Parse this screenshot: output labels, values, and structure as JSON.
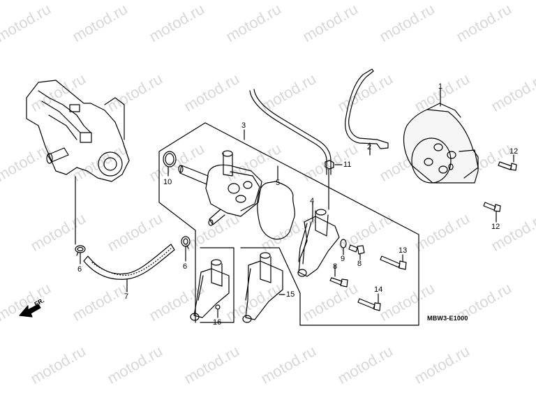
{
  "diagram": {
    "watermark": "motod.ru",
    "diagram_code": "MBW3-E1000",
    "direction_label": "FR.",
    "line_color": "#000000",
    "watermark_color": "#d8d8d8",
    "callouts": [
      {
        "id": "c1",
        "label": "1",
        "part": "water-pump-cover"
      },
      {
        "id": "c2",
        "label": "2",
        "part": "cover-bracket"
      },
      {
        "id": "c3",
        "label": "3",
        "part": "water-pump-assembly"
      },
      {
        "id": "c4",
        "label": "4",
        "part": "thermostat-housing-upper"
      },
      {
        "id": "c5",
        "label": "5",
        "part": "o-ring-gasket"
      },
      {
        "id": "c6a",
        "label": "6",
        "part": "hose-clamp-left"
      },
      {
        "id": "c6b",
        "label": "6",
        "part": "hose-clamp-right"
      },
      {
        "id": "c7",
        "label": "7",
        "part": "water-hose"
      },
      {
        "id": "c8a",
        "label": "8",
        "part": "flange-bolt-upper"
      },
      {
        "id": "c8b",
        "label": "8",
        "part": "flange-bolt-lower"
      },
      {
        "id": "c9",
        "label": "9",
        "part": "washer"
      },
      {
        "id": "c10",
        "label": "10",
        "part": "o-ring"
      },
      {
        "id": "c11",
        "label": "11",
        "part": "nut"
      },
      {
        "id": "c12a",
        "label": "12",
        "part": "bolt-upper"
      },
      {
        "id": "c12b",
        "label": "12",
        "part": "bolt-lower"
      },
      {
        "id": "c13",
        "label": "13",
        "part": "long-bolt-upper"
      },
      {
        "id": "c14",
        "label": "14",
        "part": "long-bolt-lower"
      },
      {
        "id": "c15",
        "label": "15",
        "part": "thermostat-housing-b"
      },
      {
        "id": "c16",
        "label": "16",
        "part": "thermostat-housing-a"
      }
    ]
  }
}
